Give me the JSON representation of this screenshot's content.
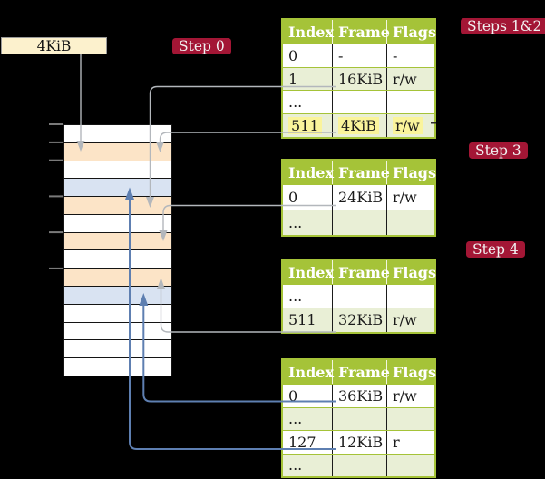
{
  "colors": {
    "background": "#000000",
    "table_header_green": "#a5c338",
    "table_border_green": "#a5c338",
    "table_row_green": "#e9efd6",
    "cell_divider_black": "#1b1b1b",
    "frame_peach": "#fce4c7",
    "frame_blue": "#d9e3f2",
    "step_label_red": "#a31635",
    "step_label_text": "#f2f2f2",
    "highlight_yellow": "#faf49b",
    "frame_box_cream": "#fcf1cd",
    "frame_box_border": "#999999",
    "connector_gray": "#b3b7bc",
    "connector_blue": "#5e7fb1",
    "memory_border": "#141414",
    "tick_gray": "#7a7a7a"
  },
  "labels": {
    "frame_box": "4KiB",
    "step0": "Step 0",
    "steps12": "Steps 1&2",
    "step3": "Step 3",
    "step4": "Step 4"
  },
  "tables": {
    "column_headers": [
      "Index",
      "Frame",
      "Flags"
    ],
    "t1": {
      "rows": [
        [
          "0",
          "-",
          "-"
        ],
        [
          "1",
          "16KiB",
          "r/w"
        ],
        [
          "...",
          "",
          ""
        ],
        [
          "511",
          "4KiB",
          "r/w"
        ]
      ],
      "highlighted_row": "511"
    },
    "t2": {
      "rows": [
        [
          "0",
          "24KiB",
          "r/w"
        ],
        [
          "...",
          "",
          ""
        ]
      ]
    },
    "t3": {
      "rows": [
        [
          "...",
          "",
          ""
        ],
        [
          "511",
          "32KiB",
          "r/w"
        ]
      ]
    },
    "t4": {
      "rows": [
        [
          "0",
          "36KiB",
          "r/w"
        ],
        [
          "...",
          "",
          ""
        ],
        [
          "127",
          "12KiB",
          "r"
        ],
        [
          "...",
          "",
          ""
        ]
      ]
    }
  },
  "memory": {
    "rows": [
      "empty",
      "pagetable",
      "empty",
      "mapped",
      "pagetable",
      "empty",
      "pagetable",
      "empty",
      "pagetable",
      "mapped",
      "empty",
      "empty",
      "empty",
      "empty"
    ]
  }
}
